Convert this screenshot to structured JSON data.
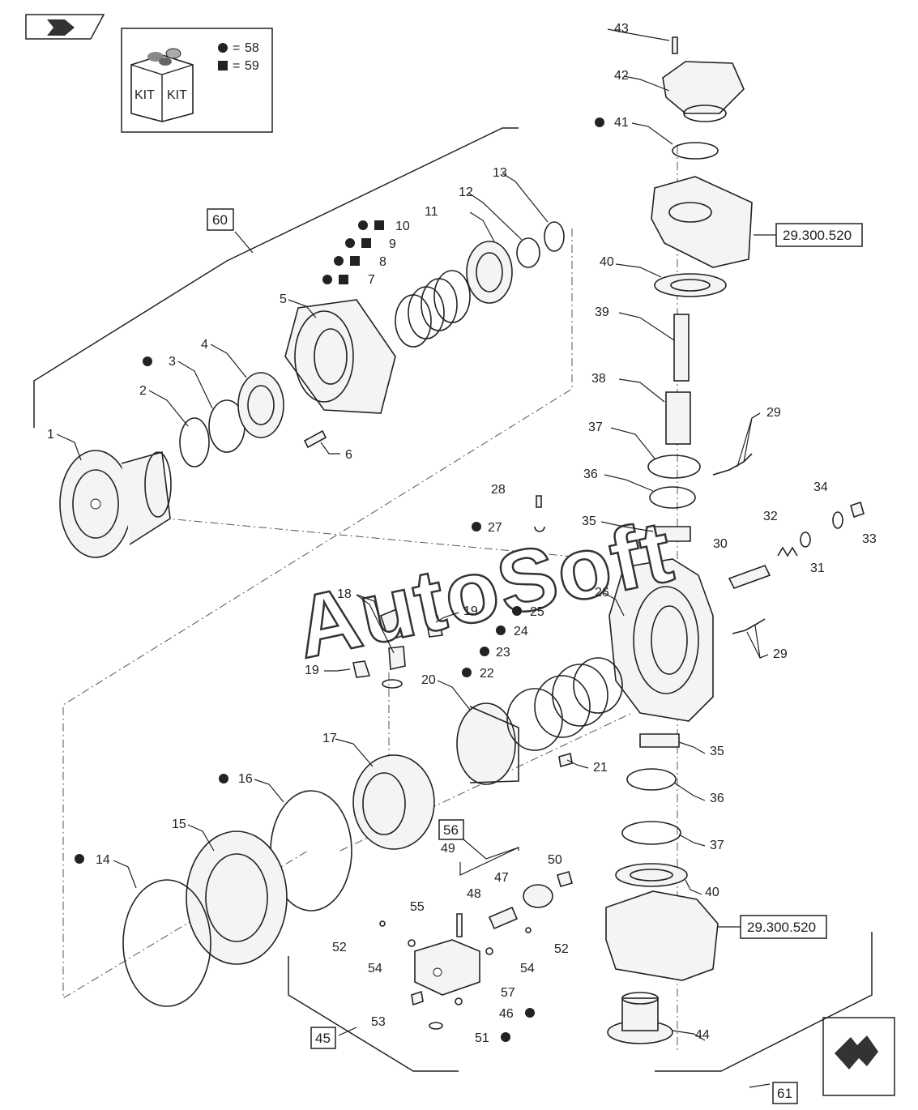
{
  "kit_legend": {
    "kit_label": "KIT",
    "round_value": "58",
    "square_value": "59"
  },
  "ref_boxes": [
    "60",
    "56",
    "45",
    "61"
  ],
  "section_refs": [
    "29.300.520",
    "29.300.520"
  ],
  "callouts": [
    "1",
    "2",
    "3",
    "4",
    "5",
    "6",
    "7",
    "8",
    "9",
    "10",
    "11",
    "12",
    "13",
    "14",
    "15",
    "16",
    "17",
    "18",
    "19",
    "19",
    "20",
    "21",
    "22",
    "23",
    "24",
    "25",
    "26",
    "27",
    "28",
    "29",
    "29",
    "30",
    "31",
    "32",
    "33",
    "34",
    "35",
    "35",
    "36",
    "36",
    "37",
    "37",
    "38",
    "39",
    "40",
    "40",
    "41",
    "42",
    "43",
    "44",
    "46",
    "47",
    "48",
    "49",
    "50",
    "51",
    "52",
    "52",
    "53",
    "54",
    "54",
    "55",
    "57"
  ],
  "watermark": "AutoSoft"
}
